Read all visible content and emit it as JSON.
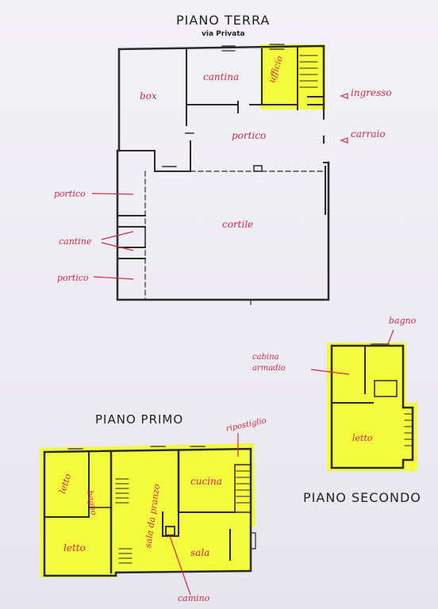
{
  "titles": {
    "ground": "PIANO TERRA",
    "street": "via Privata",
    "first": "PIANO PRIMO",
    "second": "PIANO SECONDO"
  },
  "labels": {
    "ground": {
      "box": "box",
      "cantina": "cantina",
      "ufficio": "ufficio",
      "ingresso": "ingresso",
      "portico_top": "portico",
      "carraio": "carraio",
      "portico_left1": "portico",
      "cortile": "cortile",
      "cantine": "cantine",
      "portico_left2": "portico"
    },
    "first": {
      "letto1": "letto",
      "bagno": "bagno",
      "letto2": "letto",
      "sala_da_pranzo": "sala da pranzo",
      "cucina": "cucina",
      "sala": "sala",
      "ripostiglio": "ripostiglio",
      "camino": "camino"
    },
    "second": {
      "bagno": "bagno",
      "cabina_armadio": "cabina armadio",
      "letto": "letto"
    }
  },
  "colors": {
    "highlight": "#f4fb3c",
    "ink": "#cc2a48",
    "wall": "#2a2a2a"
  }
}
